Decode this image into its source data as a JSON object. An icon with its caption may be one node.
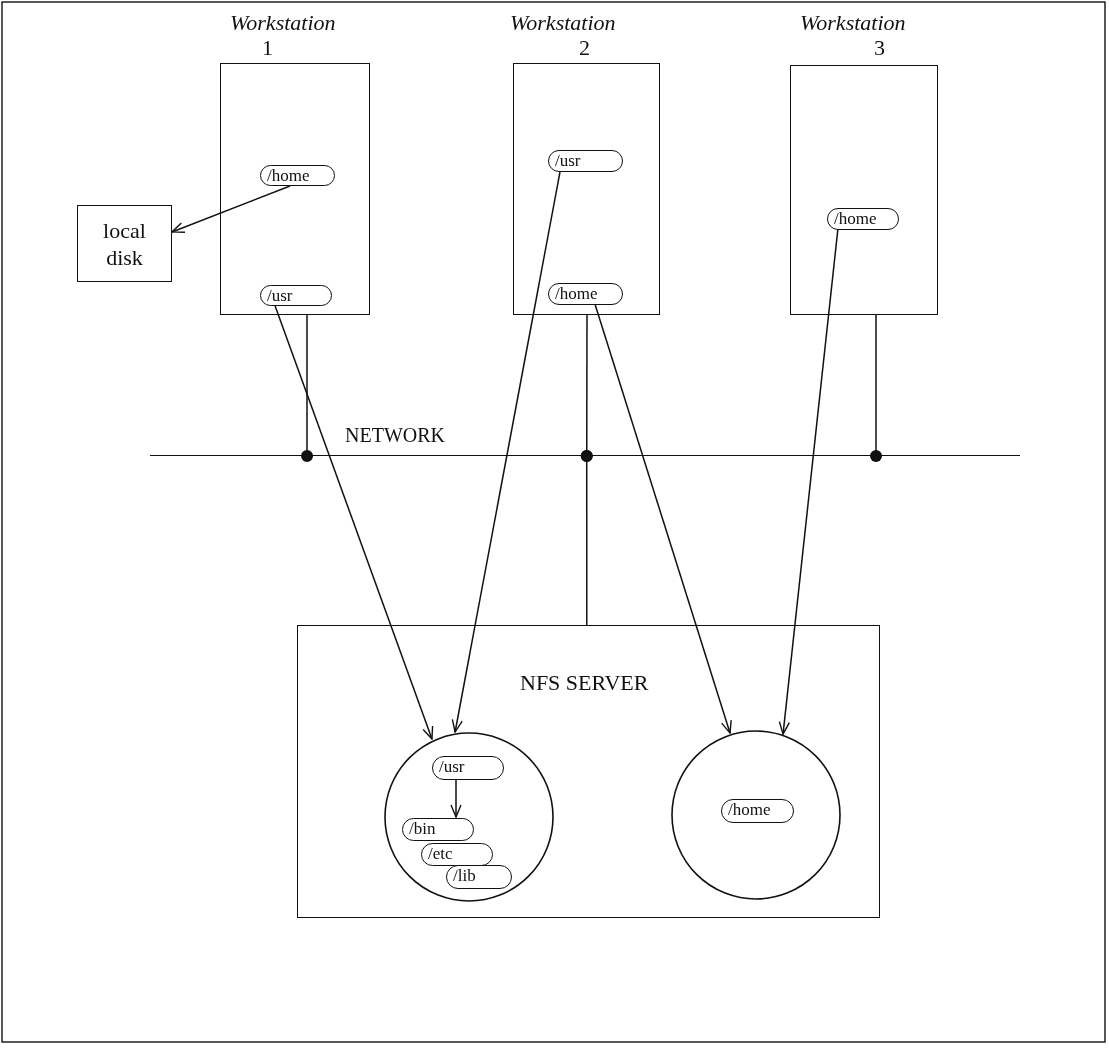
{
  "diagram": {
    "nodes": [
      {
        "text": [
          "Workstation",
          "1"
        ]
      },
      {
        "text": [
          "/home"
        ],
        "in": 0
      },
      {
        "text": [
          "/usr"
        ],
        "in": 0
      },
      {
        "text": [
          "local disk"
        ]
      },
      {
        "text": [
          "Workstation",
          "2"
        ]
      },
      {
        "text": [
          "/usr"
        ],
        "in": 4
      },
      {
        "text": [
          "/home"
        ],
        "in": 4
      },
      {
        "text": [
          "Workstation",
          "3"
        ]
      },
      {
        "text": [
          "/home"
        ],
        "in": 7
      },
      {
        "text": [
          "NETWORK"
        ]
      },
      {
        "text": [
          "NFS SERVER"
        ]
      },
      {
        "text": [],
        "shape": "circle",
        "in": 10
      },
      {
        "text": [
          "/usr"
        ],
        "in": 11
      },
      {
        "text": [
          "/bin"
        ],
        "in": 11
      },
      {
        "text": [
          "/etc"
        ],
        "in": 11
      },
      {
        "text": [
          "/lib"
        ],
        "in": 11
      },
      {
        "text": [],
        "shape": "circle",
        "in": 10
      },
      {
        "text": [
          "/home"
        ],
        "in": 16
      }
    ],
    "edges": [
      {
        "from": 1,
        "to": 3,
        "arrow": "to"
      },
      {
        "from": 2,
        "to": 11,
        "arrow": "to"
      },
      {
        "from": 5,
        "to": 11,
        "arrow": "to"
      },
      {
        "from": 6,
        "to": 16,
        "arrow": "to"
      },
      {
        "from": 8,
        "to": 16,
        "arrow": "to"
      },
      {
        "from": 0,
        "to": 9,
        "arrow": "other"
      },
      {
        "from": 4,
        "to": 9,
        "arrow": "other"
      },
      {
        "from": 7,
        "to": 9,
        "arrow": "other"
      },
      {
        "from": 10,
        "to": 9,
        "arrow": "other"
      },
      {
        "from": 12,
        "to": 13,
        "arrow": "to"
      }
    ]
  }
}
